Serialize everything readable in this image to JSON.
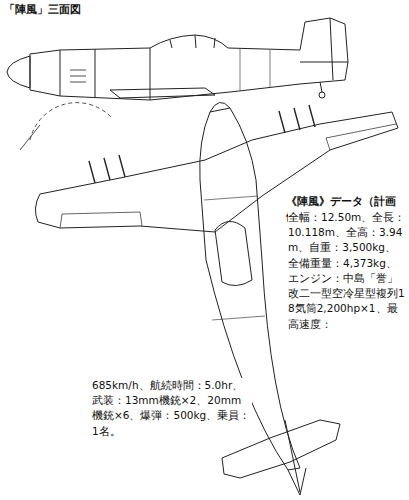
{
  "diagram": {
    "title": "「陣風」三面図",
    "labels": [
      "《陣風》データ（計画値）",
      "全幅：12.50m、全長：10.118m、全高：3.94m、自重：3,500kg、全備重量：4,373kg、エンジン：中島「誉」改二一型空冷星型複列18気筒2,200hp×1、最高速度：",
      "685km/h、航続時間：5.0hr、武装：13mm機銃×2、20mm機銃×6、爆弾：500kg、乗員：1名。"
    ]
  }
}
